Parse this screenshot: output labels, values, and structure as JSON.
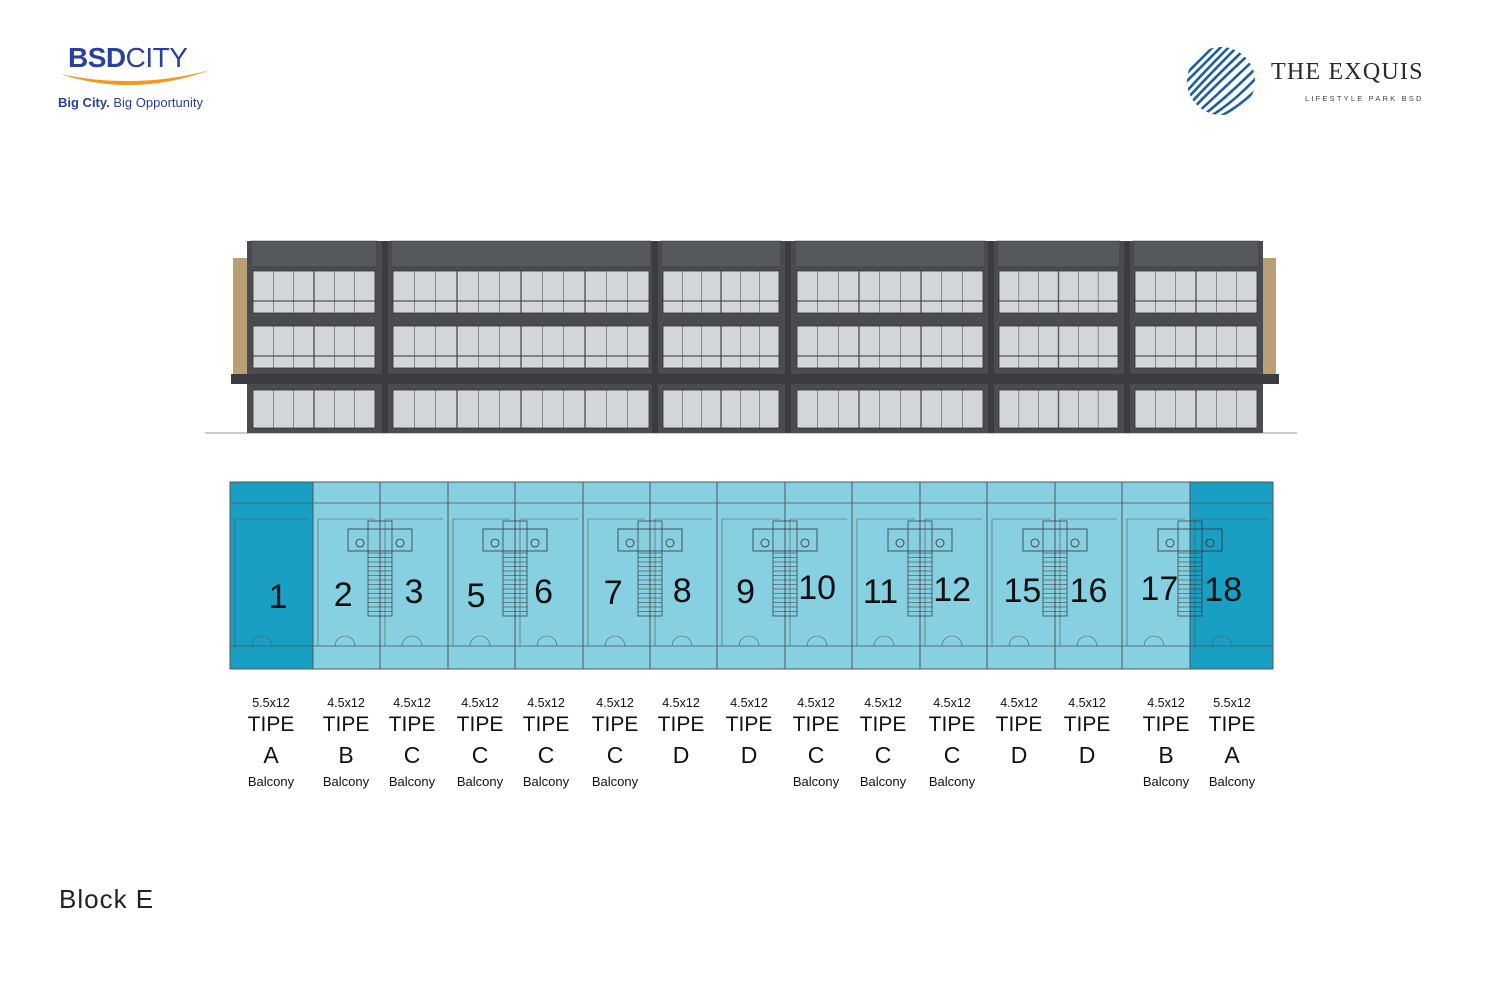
{
  "bsd_logo": {
    "brand_bold": "BSD",
    "brand_regular": "CITY",
    "tagline_bold": "Big City.",
    "tagline_regular": " Big Opportunity",
    "primary_color": "#2b3f9c",
    "swoosh_color": "#f39a1e"
  },
  "exquis_logo": {
    "name": "THE EXQUIS",
    "subtitle": "LIFESTYLE PARK BSD",
    "emblem_color": "#1e5f9b"
  },
  "block_title": "Block E",
  "colors": {
    "unit_fill": "#86d0e1",
    "corner_fill": "#199fc3",
    "plan_line": "#555555",
    "facade_dark": "#4a4c50",
    "facade_glass": "#d2d6da",
    "facade_panel": "#b89f74"
  },
  "units": [
    {
      "number": "1",
      "size": "5.5x12",
      "tipe": "TIPE",
      "code": "A",
      "balcony": "Balcony",
      "corner": true
    },
    {
      "number": "2",
      "size": "4.5x12",
      "tipe": "TIPE",
      "code": "B",
      "balcony": "Balcony",
      "corner": false
    },
    {
      "number": "3",
      "size": "4.5x12",
      "tipe": "TIPE",
      "code": "C",
      "balcony": "Balcony",
      "corner": false
    },
    {
      "number": "5",
      "size": "4.5x12",
      "tipe": "TIPE",
      "code": "C",
      "balcony": "Balcony",
      "corner": false
    },
    {
      "number": "6",
      "size": "4.5x12",
      "tipe": "TIPE",
      "code": "C",
      "balcony": "Balcony",
      "corner": false
    },
    {
      "number": "7",
      "size": "4.5x12",
      "tipe": "TIPE",
      "code": "C",
      "balcony": "Balcony",
      "corner": false
    },
    {
      "number": "8",
      "size": "4.5x12",
      "tipe": "TIPE",
      "code": "D",
      "balcony": "",
      "corner": false
    },
    {
      "number": "9",
      "size": "4.5x12",
      "tipe": "TIPE",
      "code": "D",
      "balcony": "",
      "corner": false
    },
    {
      "number": "10",
      "size": "4.5x12",
      "tipe": "TIPE",
      "code": "C",
      "balcony": "Balcony",
      "corner": false
    },
    {
      "number": "11",
      "size": "4.5x12",
      "tipe": "TIPE",
      "code": "C",
      "balcony": "Balcony",
      "corner": false
    },
    {
      "number": "12",
      "size": "4.5x12",
      "tipe": "TIPE",
      "code": "C",
      "balcony": "Balcony",
      "corner": false
    },
    {
      "number": "15",
      "size": "4.5x12",
      "tipe": "TIPE",
      "code": "D",
      "balcony": "",
      "corner": false
    },
    {
      "number": "16",
      "size": "4.5x12",
      "tipe": "TIPE",
      "code": "D",
      "balcony": "",
      "corner": false
    },
    {
      "number": "17",
      "size": "4.5x12",
      "tipe": "TIPE",
      "code": "B",
      "balcony": "Balcony",
      "corner": false
    },
    {
      "number": "18",
      "size": "5.5x12",
      "tipe": "TIPE",
      "code": "A",
      "balcony": "Balcony",
      "corner": true
    }
  ]
}
